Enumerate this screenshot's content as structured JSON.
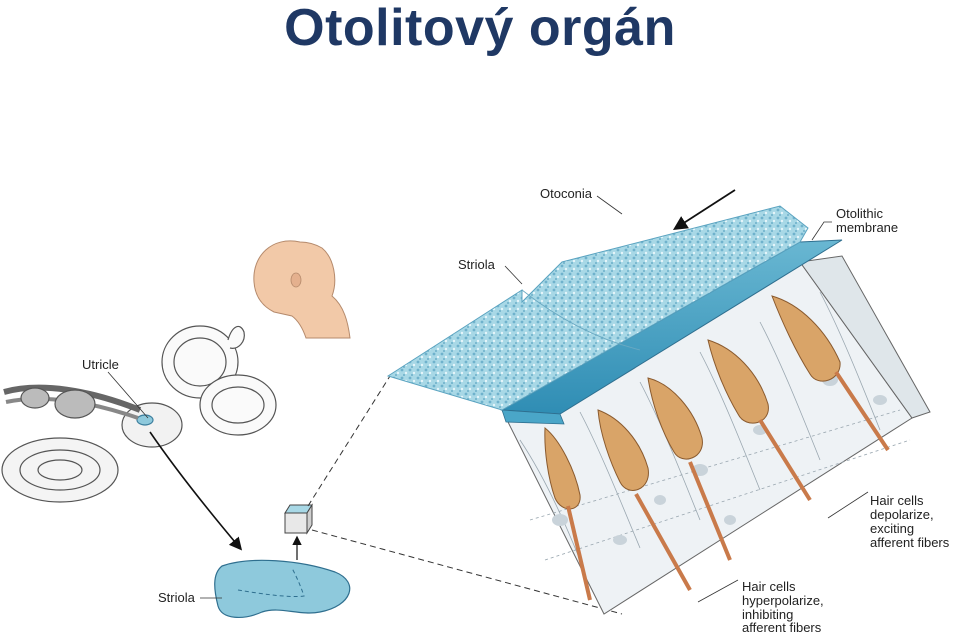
{
  "title": "Otolitový orgán",
  "labels": {
    "otoconia": "Otoconia",
    "otolithic_membrane_1": "Otolithic",
    "otolithic_membrane_2": "membrane",
    "striola_top": "Striola",
    "utricle": "Utricle",
    "striola_bottom": "Striola",
    "depolarize_1": "Hair cells",
    "depolarize_2": "depolarize,",
    "depolarize_3": "exciting",
    "depolarize_4": "afferent fibers",
    "hyperpolarize_1": "Hair cells",
    "hyperpolarize_2": "hyperpolarize,",
    "hyperpolarize_3": "inhibiting",
    "hyperpolarize_4": "afferent fibers"
  },
  "colors": {
    "title": "#1f3864",
    "otoconia": "#8ec9dc",
    "membrane": "#3d9ec2",
    "hair_cell": "#d9a468",
    "fiber": "#c97a4a",
    "skin": "#f2c9a8"
  }
}
